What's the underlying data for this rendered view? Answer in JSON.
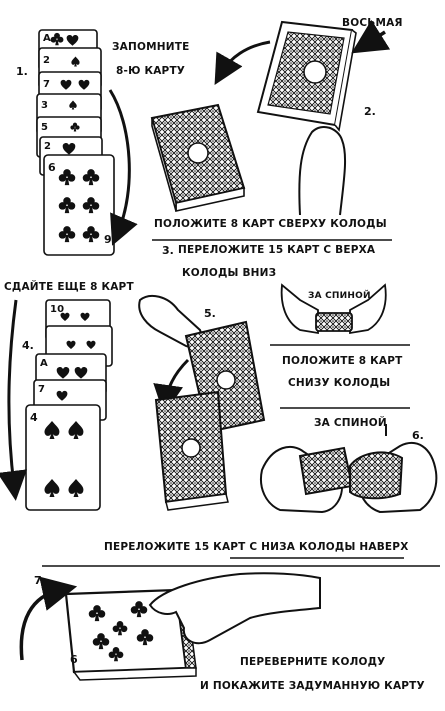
{
  "step_numbers": [
    "1.",
    "2.",
    "3.",
    "4.",
    "5.",
    "6.",
    "7."
  ],
  "labels": {
    "memorize_line1": "ЗАПОМНИТЕ",
    "memorize_line2": "8-Ю КАРТУ",
    "eighth": "ВОСЬМАЯ",
    "put_on_top": "ПОЛОЖИТЕ 8 КАРТ СВЕРХУ КОЛОДЫ",
    "move_top_line1": "ПЕРЕЛОЖИТЕ 15 КАРТ С ВЕРХА",
    "move_top_line2": "КОЛОДЫ ВНИЗ",
    "deal_more": "СДАЙТЕ ЕЩЕ 8 КАРТ",
    "behind_back_small": "ЗА СПИНОЙ",
    "put_bottom_line1": "ПОЛОЖИТЕ 8 КАРТ",
    "put_bottom_line2": "СНИЗУ КОЛОДЫ",
    "behind_back": "ЗА СПИНОЙ",
    "move_bottom": "ПЕРЕЛОЖИТЕ 15 КАРТ С НИЗА КОЛОДЫ НАВЕРХ",
    "flip_line1": "ПЕРЕВЕРНИТЕ КОЛОДУ",
    "flip_line2": "И ПОКАЖИТЕ ЗАДУМАННУЮ КАРТУ"
  },
  "cards_step1": [
    "A",
    "2",
    "7",
    "3",
    "5",
    "2",
    "6"
  ],
  "card_step1_bottom": "9",
  "cards_step4": [
    "10",
    "A",
    "7",
    "4"
  ],
  "card_step7": "6",
  "icons": [
    "arrow-icon",
    "hand-icon",
    "deck-icon",
    "card-icon",
    "club-icon",
    "spade-icon",
    "heart-icon"
  ]
}
